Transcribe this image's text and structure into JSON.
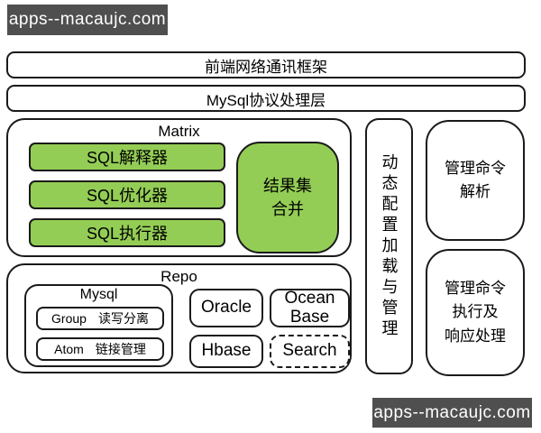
{
  "watermark": {
    "text": "apps--macaujc.com"
  },
  "layers": {
    "frontend_network": "前端网络通讯框架",
    "mysql_protocol": "MySql协议处理层"
  },
  "matrix": {
    "title": "Matrix",
    "pipeline": [
      "SQL解释器",
      "SQL优化器",
      "SQL执行器"
    ],
    "result_merge": "结果集\n合并"
  },
  "repo": {
    "title": "Repo",
    "mysql": {
      "title": "Mysql",
      "modules": [
        {
          "name": "Group",
          "desc": "读写分离"
        },
        {
          "name": "Atom",
          "desc": "链接管理"
        }
      ]
    },
    "stores": [
      {
        "label": "Oracle"
      },
      {
        "label": "Ocean\nBase"
      },
      {
        "label": "Hbase"
      },
      {
        "label": "Search"
      }
    ]
  },
  "dynamic_config": {
    "label": "动态配置加载与管理"
  },
  "admin": {
    "parse": "管理命令\n解析",
    "execute": "管理命令\n执行及\n响应处理"
  },
  "colors": {
    "green": "#94cd55",
    "border": "#1a1a1a",
    "watermark_bg": "#4f4f4f"
  }
}
